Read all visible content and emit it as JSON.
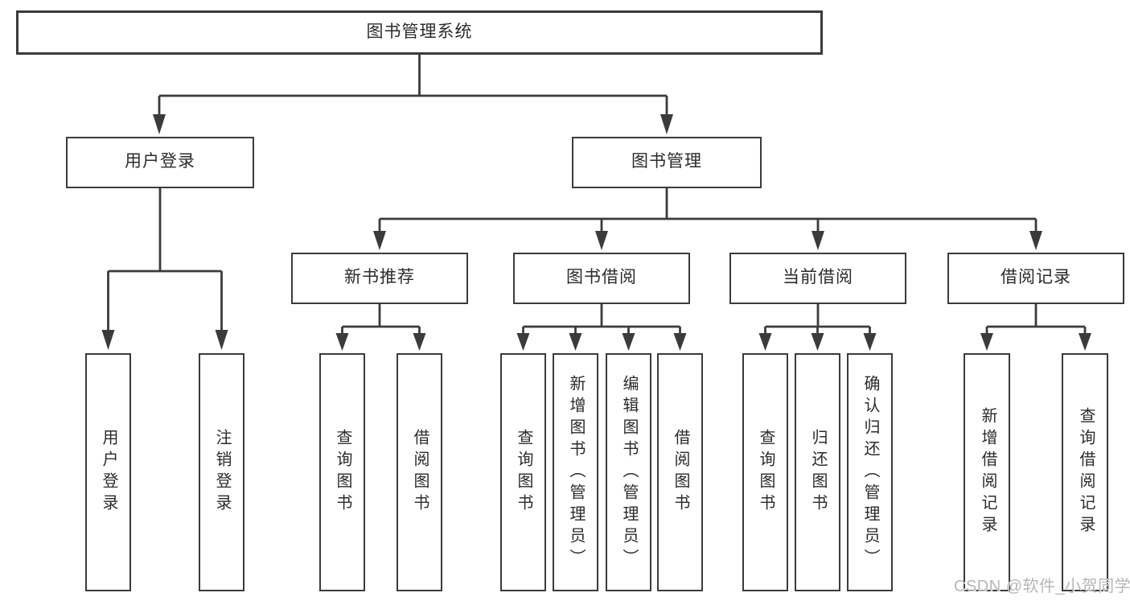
{
  "tree": {
    "label": "图书管理系统",
    "children": [
      {
        "label": "用户登录",
        "children": [
          {
            "label": "用户登录"
          },
          {
            "label": "注销登录"
          }
        ]
      },
      {
        "label": "图书管理",
        "children": [
          {
            "label": "新书推荐",
            "children": [
              {
                "label": "查询图书"
              },
              {
                "label": "借阅图书"
              }
            ]
          },
          {
            "label": "图书借阅",
            "children": [
              {
                "label": "查询图书"
              },
              {
                "label": "新增图书（管理员）"
              },
              {
                "label": "编辑图书（管理员）"
              },
              {
                "label": "借阅图书"
              }
            ]
          },
          {
            "label": "当前借阅",
            "children": [
              {
                "label": "查询图书"
              },
              {
                "label": "归还图书"
              },
              {
                "label": "确认归还（管理员）"
              }
            ]
          },
          {
            "label": "借阅记录",
            "children": [
              {
                "label": "新增借阅记录"
              },
              {
                "label": "查询借阅记录"
              }
            ]
          }
        ]
      }
    ]
  },
  "watermark": {
    "text": "CSDN @软件_小贺同学"
  },
  "colors": {
    "line": "#3b3b3b",
    "box_border": "#3b3b3b",
    "text": "#2b2b2b",
    "watermark": "#b6b6b6",
    "background": "#ffffff"
  }
}
